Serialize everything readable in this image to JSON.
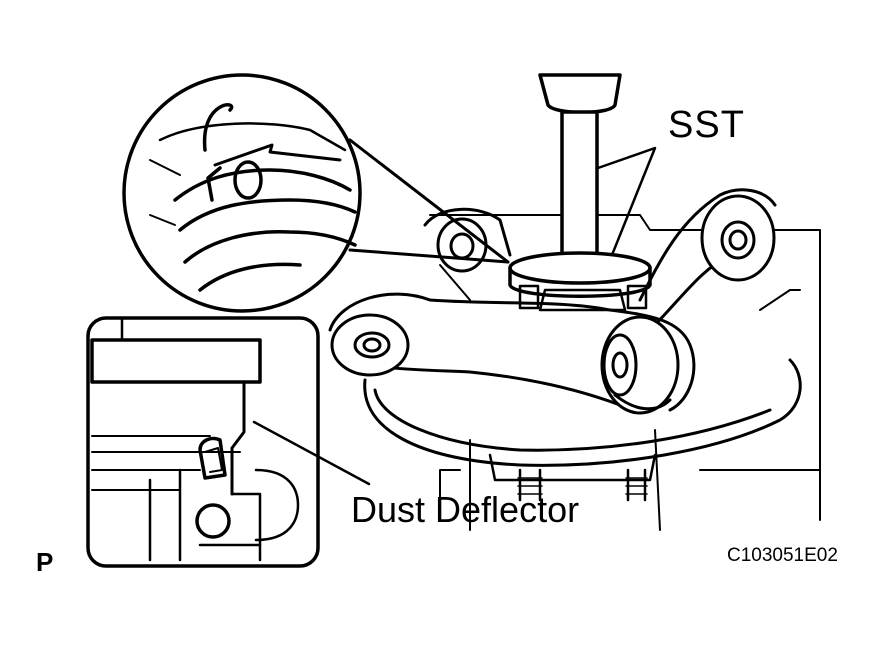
{
  "labels": {
    "sst": "SST",
    "dust_deflector": "Dust Deflector",
    "page_marker": "P",
    "figure_code": "C103051E02"
  },
  "colors": {
    "ink": "#000000",
    "background": "#ffffff"
  }
}
